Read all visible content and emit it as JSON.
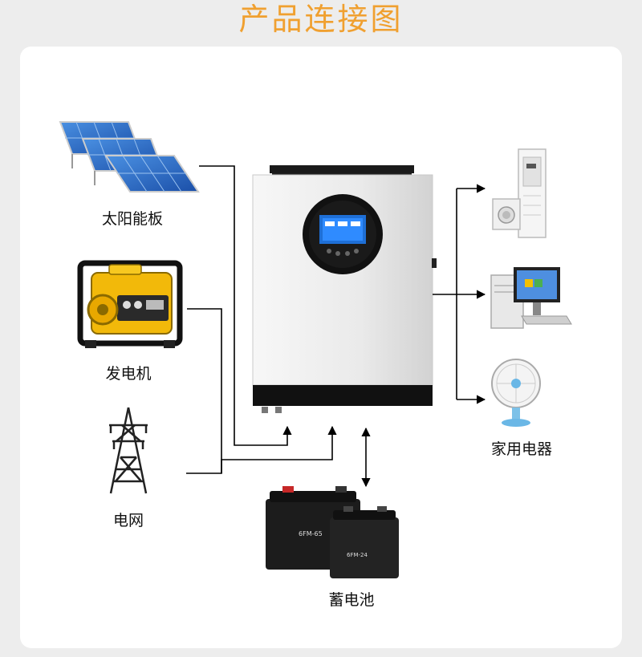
{
  "title": "产品连接图",
  "nodes": {
    "solar": "太阳能板",
    "generator": "发电机",
    "grid": "电网",
    "battery": "蓄电池",
    "appliances": "家用电器"
  },
  "battery_labels": {
    "large": "6FM-65",
    "small": "6FM-24"
  },
  "colors": {
    "title": "#f0a030",
    "line": "#000000",
    "inverter_body": "#eeeeee",
    "generator_frame": "#f2b90a"
  }
}
